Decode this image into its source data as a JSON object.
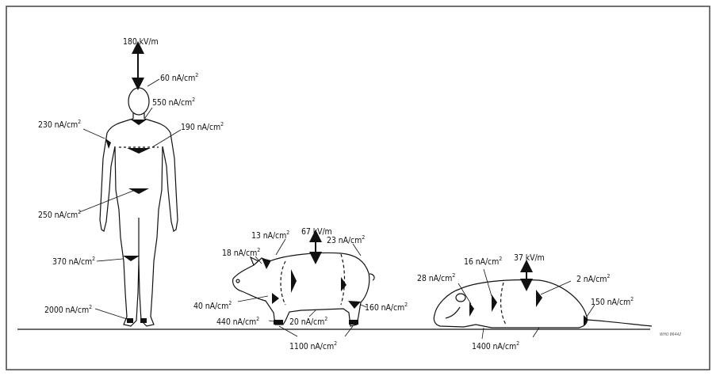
{
  "human": {
    "field": "180 kV/m",
    "densities": {
      "head_top": "60 nA/cm",
      "neck": "550 nA/cm",
      "chest": "190 nA/cm",
      "arm": "230 nA/cm",
      "pelvis": "250 nA/cm",
      "knee": "370 nA/cm",
      "ankle": "2000 nA/cm"
    }
  },
  "pig": {
    "field": "67 kV/m",
    "densities": {
      "neck_top": "13 nA/cm",
      "back": "23 nA/cm",
      "head": "18 nA/cm",
      "neck_low": "40 nA/cm",
      "front_leg": "440 nA/cm",
      "belly": "20 nA/cm",
      "hind_leg": "160 nA/cm",
      "feet": "1100 nA/cm"
    }
  },
  "rat": {
    "field": "37 kV/m",
    "densities": {
      "shoulder": "16 nA/cm",
      "neck": "28 nA/cm",
      "back": "2 nA/cm",
      "tail": "150 nA/cm",
      "feet": "1400 nA/cm"
    }
  },
  "unit_exponent": "2",
  "figure_code": "WHO 86442"
}
